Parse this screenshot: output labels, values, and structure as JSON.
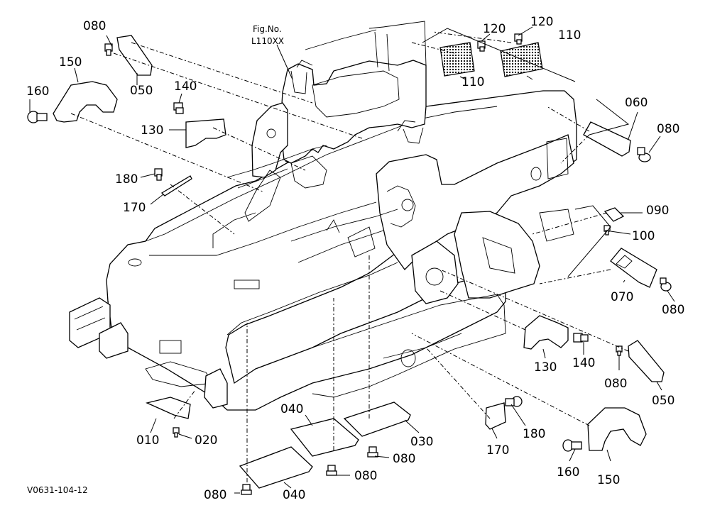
{
  "figure": {
    "fig_no_label": "Fig.No.",
    "fig_no_value": "L110XX",
    "code": "V0631-104-12"
  },
  "parts": [
    {
      "id": "p080a",
      "text": "080"
    },
    {
      "id": "p150a",
      "text": "150"
    },
    {
      "id": "p160a",
      "text": "160"
    },
    {
      "id": "p050a",
      "text": "050"
    },
    {
      "id": "p140a",
      "text": "140"
    },
    {
      "id": "p130a",
      "text": "130"
    },
    {
      "id": "p180a",
      "text": "180"
    },
    {
      "id": "p170a",
      "text": "170"
    },
    {
      "id": "p120a",
      "text": "120"
    },
    {
      "id": "p110a",
      "text": "110"
    },
    {
      "id": "p120b",
      "text": "120"
    },
    {
      "id": "p110b",
      "text": "110"
    },
    {
      "id": "p060",
      "text": "060"
    },
    {
      "id": "p080b",
      "text": "080"
    },
    {
      "id": "p090",
      "text": "090"
    },
    {
      "id": "p100",
      "text": "100"
    },
    {
      "id": "p070",
      "text": "070"
    },
    {
      "id": "p080c",
      "text": "080"
    },
    {
      "id": "p130b",
      "text": "130"
    },
    {
      "id": "p140b",
      "text": "140"
    },
    {
      "id": "p080d",
      "text": "080"
    },
    {
      "id": "p050b",
      "text": "050"
    },
    {
      "id": "p180b",
      "text": "180"
    },
    {
      "id": "p170b",
      "text": "170"
    },
    {
      "id": "p160b",
      "text": "160"
    },
    {
      "id": "p150b",
      "text": "150"
    },
    {
      "id": "p030",
      "text": "030"
    },
    {
      "id": "p080e",
      "text": "080"
    },
    {
      "id": "p040a",
      "text": "040"
    },
    {
      "id": "p080f",
      "text": "080"
    },
    {
      "id": "p080g",
      "text": "080"
    },
    {
      "id": "p040b",
      "text": "040"
    },
    {
      "id": "p010",
      "text": "010"
    },
    {
      "id": "p020",
      "text": "020"
    }
  ]
}
